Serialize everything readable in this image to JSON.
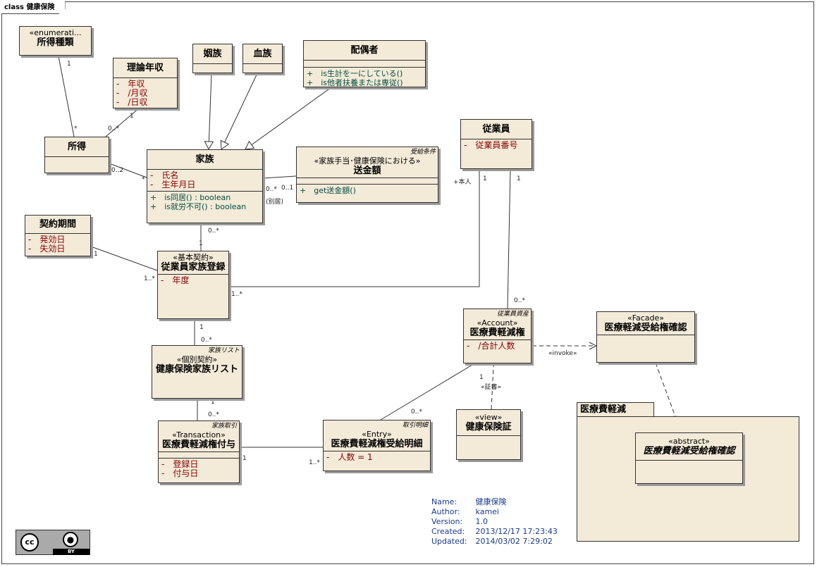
{
  "frame": {
    "title": "class 健康保険"
  },
  "classes": {
    "shotoku_shurui": {
      "stereotype": "«enumerati...",
      "name": "所得種類"
    },
    "riron_nenshu": {
      "name": "理論年収",
      "attrs": [
        "-　年収",
        "-　/月収",
        "-　/日収"
      ]
    },
    "inzoku": {
      "name": "姻族"
    },
    "ketsuzoku": {
      "name": "血族"
    },
    "haigusha": {
      "name": "配偶者",
      "ops": [
        "+　is生計を一にしている()",
        "+　is他者扶養または専従()"
      ]
    },
    "shotoku": {
      "name": "所得"
    },
    "kazoku": {
      "name": "家族",
      "attrs": [
        "-　氏名",
        "-　生年月日"
      ],
      "ops": [
        "+　is同居() : boolean",
        "+　is就労不可() : boolean"
      ]
    },
    "soukingaku": {
      "tag": "受給条件",
      "stereotype": "«家族手当･健康保険における»",
      "name": "送金額",
      "ops": [
        "+　get送金額()"
      ]
    },
    "juugyouin": {
      "name": "従業員",
      "attrs": [
        "-　従業員番号"
      ]
    },
    "keiyaku_kikan": {
      "name": "契約期間",
      "attrs": [
        "-　発効日",
        "-　失効日"
      ]
    },
    "juugyouin_kazoku_touroku": {
      "stereotype": "«基本契約»",
      "name": "従業員家族登録",
      "attrs": [
        "-　年度"
      ]
    },
    "kenkou_kazoku_list": {
      "tag": "家族リスト",
      "stereotype": "«個別契約»",
      "name": "健康保険家族リスト"
    },
    "iryouhi_keigenken": {
      "tag": "従業員資産",
      "stereotype": "«Account»",
      "name": "医療費軽減権",
      "attrs": [
        "-　/合計人数"
      ]
    },
    "facade": {
      "stereotype": "«Facade»",
      "name": "医療軽減受給権確認"
    },
    "fuyo": {
      "tag": "家族取引",
      "stereotype": "«Transaction»",
      "name": "医療費軽減権付与",
      "attrs": [
        "-　登録日",
        "-　付与日"
      ]
    },
    "meisai": {
      "tag": "取引明細",
      "stereotype": "«Entry»",
      "name": "医療費軽減権受給明細",
      "attrs": [
        "-　人数 = 1"
      ]
    },
    "hokensho": {
      "stereotype": "«view»",
      "name": "健康保険証"
    },
    "abstract": {
      "stereotype": "«abstract»",
      "name": "医療費軽減受給権確認"
    }
  },
  "package": {
    "name": "医療費軽減"
  },
  "labels": {
    "l1": "1",
    "l2": "*",
    "l3": "1",
    "l4": "0..*",
    "l5": "0..2",
    "l6": "*",
    "l7": "0..*",
    "l8": "0..1",
    "l9": "(別居)",
    "l10": "+本人",
    "l11": "1",
    "l12": "1",
    "l13": "0..*",
    "l14": "1",
    "l15": "1",
    "l16": "1..*",
    "l17": "1..*",
    "l18": "1",
    "l19": "0..*",
    "l20": "0..*",
    "l21": "1",
    "l22": "0..*",
    "l23": "1",
    "l24": "1..*",
    "l25": "0..*",
    "l26": "1",
    "l27": "«証書»",
    "l28": "«invoke»"
  },
  "notes": {
    "rows": [
      [
        "Name:",
        "健康保険"
      ],
      [
        "Author:",
        "kamei"
      ],
      [
        "Version:",
        "1.0"
      ],
      [
        "Created:",
        "2013/12/17 17:23:43"
      ],
      [
        "Updated:",
        "2014/03/02 7:29:02"
      ]
    ]
  },
  "license": {
    "badge": "BY"
  }
}
